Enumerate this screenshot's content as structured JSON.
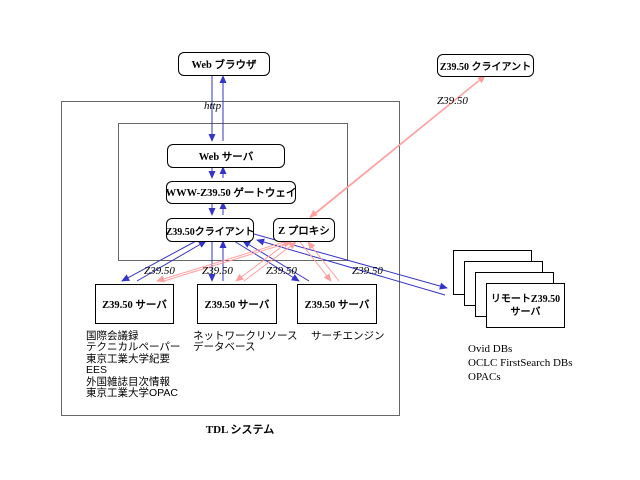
{
  "colors": {
    "link_blue": "#3434c8",
    "link_pink": "#ff9f9f",
    "box_border": "#000000",
    "frame_border": "#666666"
  },
  "nodes": {
    "web_browser": {
      "label": "Web ブラウザ"
    },
    "external_client": {
      "label": "Z39.50 クライアント"
    },
    "web_server": {
      "label": "Web サーバ"
    },
    "gateway": {
      "label": "WWW-Z39.50 ゲートウェイ"
    },
    "tdl_client": {
      "label": "Z39.50クライアント"
    },
    "z_proxy": {
      "label": "Z プロキシ"
    },
    "server1": {
      "label": "Z39.50 サーバ"
    },
    "server2": {
      "label": "Z39.50 サーバ"
    },
    "server3": {
      "label": "Z39.50 サーバ"
    },
    "remote_server": {
      "label_line1": "リモートZ39.50",
      "label_line2": "サーバ"
    }
  },
  "edge_labels": {
    "http": "http",
    "z3950": "Z39.50"
  },
  "annotations": {
    "server1_resources": [
      "国際会議録",
      "テクニカルペーパー",
      "東京工業大学紀要",
      "EES",
      "外国雑誌目次情報",
      "東京工業大学OPAC"
    ],
    "server2_resources": [
      "ネットワークリソース",
      "データベース"
    ],
    "server3_resources": [
      "サーチエンジン"
    ],
    "remote_resources": [
      "Ovid DBs",
      "OCLC FirstSearch DBs",
      "OPACs"
    ],
    "system_label": "TDL システム"
  }
}
